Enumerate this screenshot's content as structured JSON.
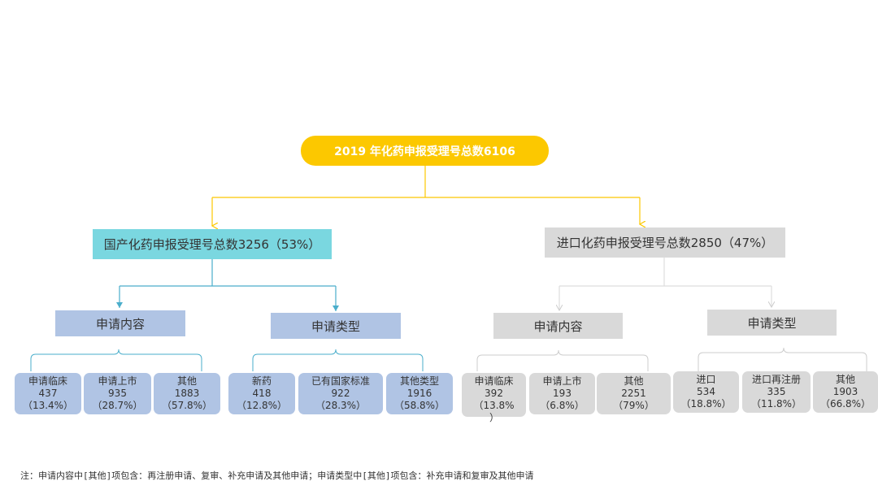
{
  "root": {
    "label": "2019 年化药申报受理号总数6106"
  },
  "domestic": {
    "label": "国产化药申报受理号总数3256（53%）",
    "content": {
      "label": "申请内容",
      "items": [
        {
          "name": "申请临床",
          "value": "437",
          "pct": "（13.4%）"
        },
        {
          "name": "申请上市",
          "value": "935",
          "pct": "（28.7%）"
        },
        {
          "name": "其他",
          "value": "1883",
          "pct": "（57.8%）"
        }
      ]
    },
    "type": {
      "label": "申请类型",
      "items": [
        {
          "name": "新药",
          "value": "418",
          "pct": "（12.8%）"
        },
        {
          "name": "已有国家标准",
          "value": "922",
          "pct": "（28.3%）"
        },
        {
          "name": "其他类型",
          "value": "1916",
          "pct": "（58.8%）"
        }
      ]
    }
  },
  "imported": {
    "label": "进口化药申报受理号总数2850（47%）",
    "content": {
      "label": "申请内容",
      "items": [
        {
          "name": "申请临床",
          "value": "392",
          "pct": "（13.8%",
          "pct_wrap": "）"
        },
        {
          "name": "申请上市",
          "value": "193",
          "pct": "（6.8%）"
        },
        {
          "name": "其他",
          "value": "2251",
          "pct": "（79%）"
        }
      ]
    },
    "type": {
      "label": "申请类型",
      "items": [
        {
          "name": "进口",
          "value": "534",
          "pct": "（18.8%）"
        },
        {
          "name": "进口再注册",
          "value": "335",
          "pct": "（11.8%）"
        },
        {
          "name": "其他",
          "value": "1903",
          "pct": "（66.8%）"
        }
      ]
    }
  },
  "footnote": "注：申请内容中[其他]项包含：再注册申请、复审、补充申请及其他申请；申请类型中[其他]项包含：补充申请和复审及其他申请",
  "colors": {
    "root": "#fcc800",
    "domestic": "#7ad7e0",
    "domestic_sub": "#b0c4e4",
    "imported": "#d9d9d9",
    "connector_domestic": "#4aaecb",
    "connector_imported": "#dddddd"
  }
}
